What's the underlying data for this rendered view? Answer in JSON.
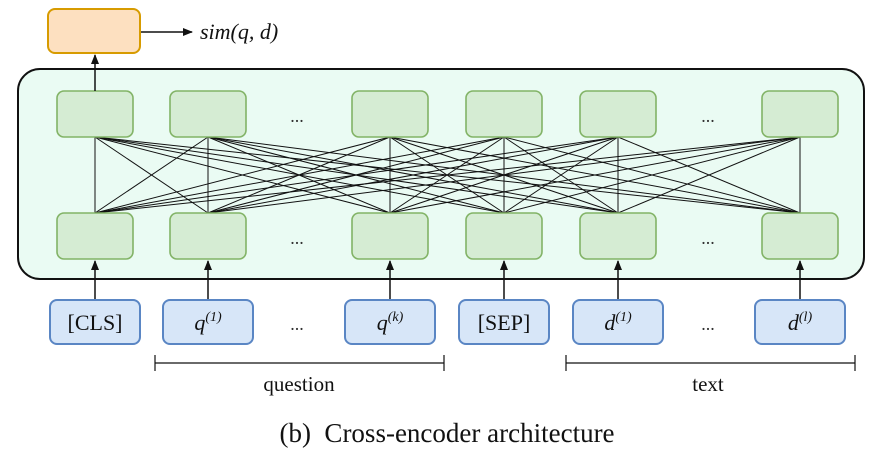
{
  "output": {
    "label": "sim(q, d)"
  },
  "inputs": [
    {
      "id": "cls",
      "text": "[CLS]",
      "sup": ""
    },
    {
      "id": "q1",
      "text": "q",
      "sup": "(1)"
    },
    {
      "id": "qk",
      "text": "q",
      "sup": "(k)"
    },
    {
      "id": "sep",
      "text": "[SEP]",
      "sup": ""
    },
    {
      "id": "d1",
      "text": "d",
      "sup": "(1)"
    },
    {
      "id": "dl",
      "text": "d",
      "sup": "(l)"
    }
  ],
  "ellipsis": "...",
  "groups": {
    "question": "question",
    "text": "text"
  },
  "caption": "(b)  Cross-encoder architecture",
  "colors": {
    "encoder_fill": "#eafbf3",
    "node_fill": "#d5ecd3",
    "node_stroke": "#82b366",
    "input_fill": "#d7e6f8",
    "input_stroke": "#5a86c4",
    "output_fill": "#fde0c0",
    "output_stroke": "#d79b00"
  }
}
